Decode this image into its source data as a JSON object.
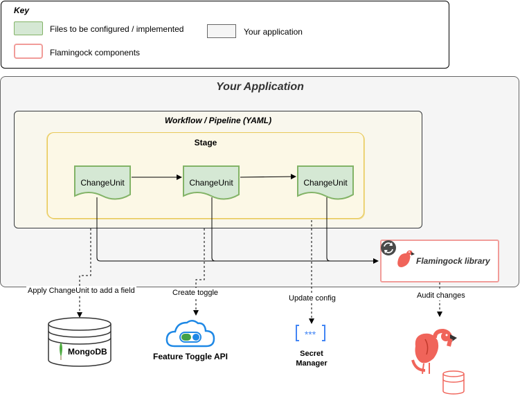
{
  "key": {
    "title": "Key",
    "items": [
      {
        "label": "Files to be configured / implemented",
        "color": "#d5e8d4"
      },
      {
        "label": "Flamingock components",
        "color": "#f19c99"
      },
      {
        "label": "Your application",
        "color": "#f5f5f5"
      }
    ]
  },
  "application": {
    "title": "Your Application",
    "pipeline_title": "Workflow / Pipeline (YAML)",
    "stage_title": "Stage",
    "change_units": [
      "ChangeUnit",
      "ChangeUnit",
      "ChangeUnit"
    ],
    "library_label": "Flamingock library"
  },
  "targets": {
    "mongodb": {
      "edge_label": "Apply ChangeUnit to add a field",
      "name": "MongoDB"
    },
    "toggle": {
      "edge_label": "Create toggle",
      "name": "Feature Toggle API"
    },
    "secret": {
      "edge_label": "Update config",
      "name_line1": "Secret",
      "name_line2": "Manager"
    },
    "audit": {
      "edge_label": "Audit changes"
    }
  },
  "colors": {
    "green_fill": "#d5e8d4",
    "green_stroke": "#82b366",
    "flamingock_pink": "#f19c99",
    "flamingo_body": "#f0645a",
    "mongo_green": "#4faa41",
    "toggle_blue": "#1e88e5",
    "secret_blue": "#4285f4"
  }
}
